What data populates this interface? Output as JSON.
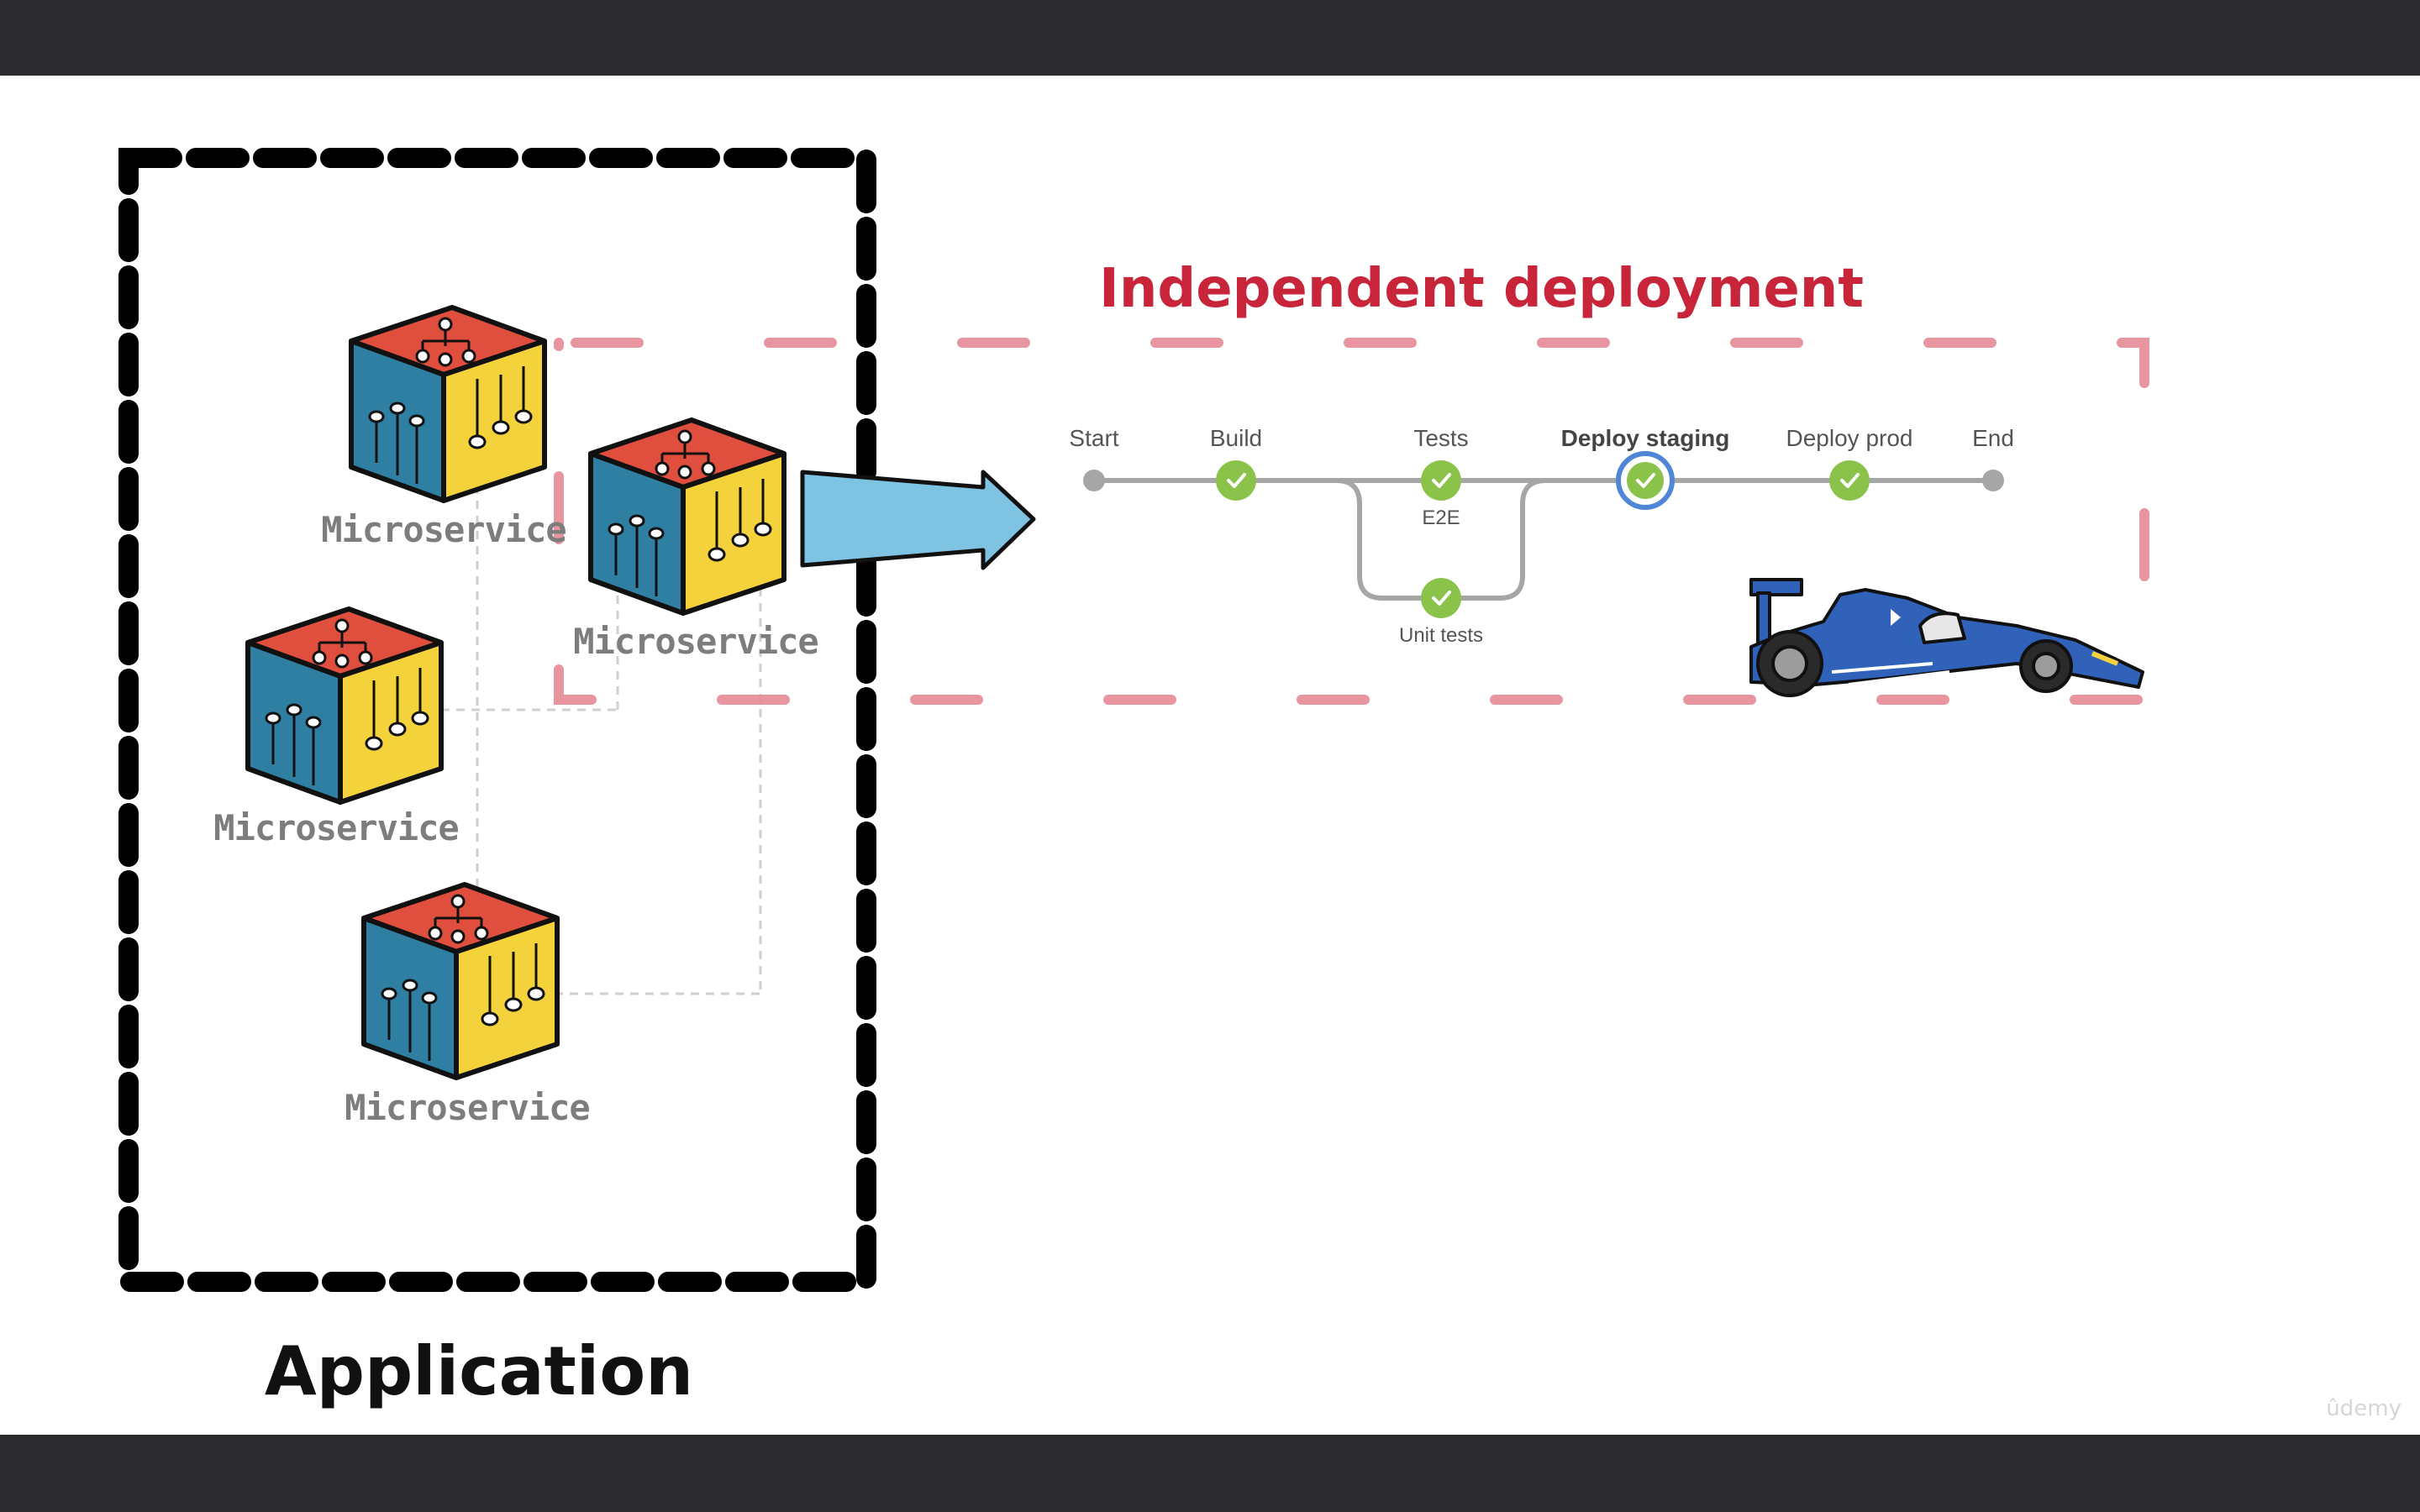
{
  "colors": {
    "frame_background": "#2c2c2e",
    "slide_background": "#ffffff",
    "application_border": "#000000",
    "deployment_border": "#e58a96",
    "title_red": "#c8243a",
    "cube_top": "#e04e3e",
    "cube_left": "#2f7fa3",
    "cube_right": "#f4d23c",
    "arrow": "#7ec4e2",
    "pipeline_line": "#a6a6a6",
    "check_green": "#8bc34a",
    "active_ring": "#4f86d6",
    "car_blue": "#2f62b8"
  },
  "icons": {
    "cube": "microservice-cube-icon",
    "arrow": "right-arrow-icon",
    "check": "check-icon",
    "car": "race-car-icon"
  },
  "application": {
    "label": "Application",
    "microservices": [
      {
        "label": "Microservice"
      },
      {
        "label": "Microservice"
      },
      {
        "label": "Microservice"
      },
      {
        "label": "Microservice"
      }
    ]
  },
  "deployment": {
    "title": "Independent deployment",
    "pipeline": {
      "stages": [
        {
          "label": "Start",
          "state": "endpoint"
        },
        {
          "label": "Build",
          "state": "passed"
        },
        {
          "label": "Tests",
          "state": "passed",
          "sublabel": "E2E"
        },
        {
          "label": "Deploy staging",
          "state": "active"
        },
        {
          "label": "Deploy prod",
          "state": "passed"
        },
        {
          "label": "End",
          "state": "endpoint"
        }
      ],
      "parallel_branch": {
        "label": "Unit tests",
        "state": "passed"
      }
    }
  },
  "watermark": "ûdemy"
}
